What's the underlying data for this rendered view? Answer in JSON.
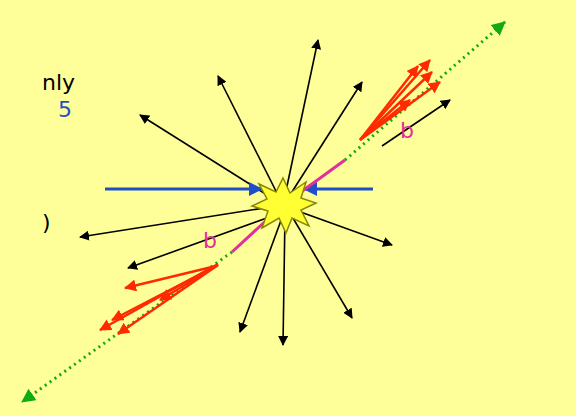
{
  "diagram": {
    "labels": [
      "nly",
      "5",
      ")",
      "b",
      "b"
    ]
  }
}
